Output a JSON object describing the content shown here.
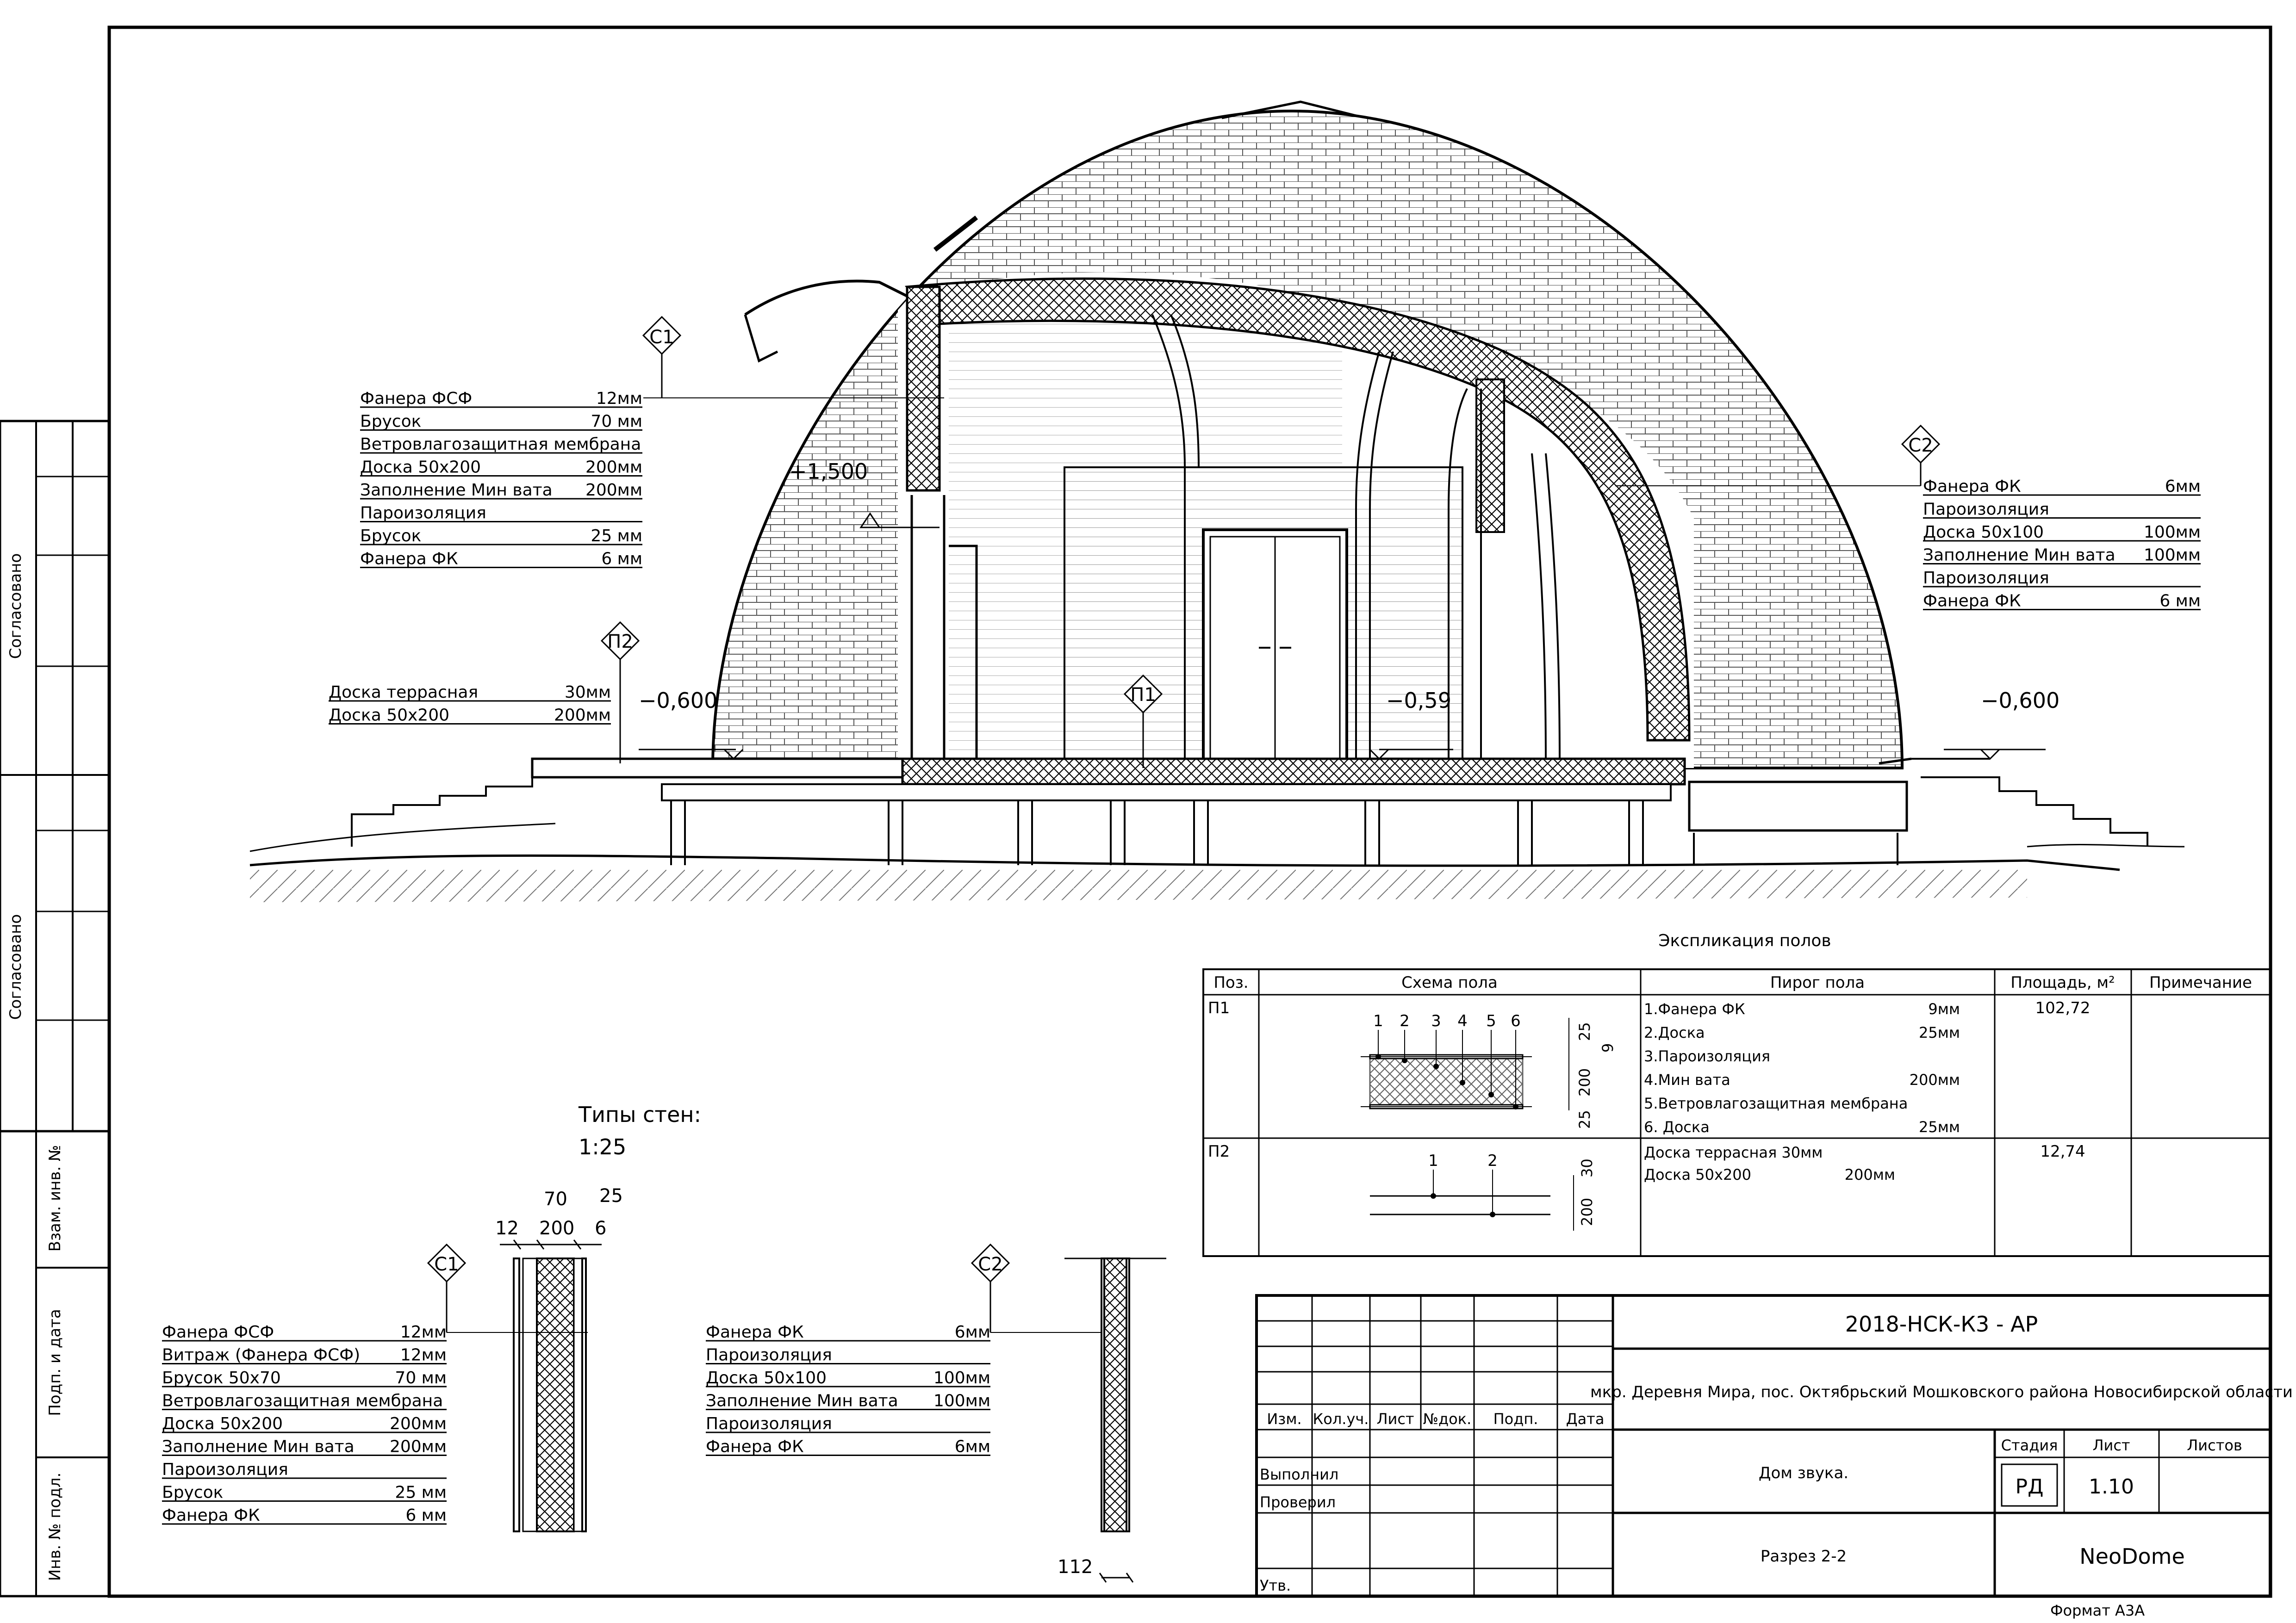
{
  "section": {
    "tag_c1": "С1",
    "tag_c2": "С2",
    "tag_p1": "П1",
    "tag_p2": "П2",
    "level_plus": "+1,500",
    "level_left": "−0,600",
    "level_mid": "−0,59",
    "level_right": "−0,600",
    "note_c1": [
      {
        "name": "Фанера ФСФ",
        "value": "12мм"
      },
      {
        "name": "Брусок",
        "value": "70 мм"
      },
      {
        "name": "Ветровлагозащитная мембрана",
        "value": ""
      },
      {
        "name": "Доска 50х200",
        "value": "200мм"
      },
      {
        "name": "Заполнение Мин вата",
        "value": "200мм"
      },
      {
        "name": "Пароизоляция",
        "value": ""
      },
      {
        "name": "Брусок",
        "value": "25 мм"
      },
      {
        "name": "Фанера ФК",
        "value": "6 мм"
      }
    ],
    "note_p2": [
      {
        "name": "Доска террасная",
        "value": "30мм"
      },
      {
        "name": "Доска 50х200",
        "value": "200мм"
      }
    ],
    "note_c2": [
      {
        "name": "Фанера ФК",
        "value": "6мм"
      },
      {
        "name": "Пароизоляция",
        "value": ""
      },
      {
        "name": "Доска 50х100",
        "value": "100мм"
      },
      {
        "name": "Заполнение Мин вата",
        "value": "100мм"
      },
      {
        "name": "Пароизоляция",
        "value": ""
      },
      {
        "name": "Фанера ФК",
        "value": "6 мм"
      }
    ]
  },
  "wall_types": {
    "title": "Типы стен:",
    "scale": "1:25",
    "c1_tag": "С1",
    "c2_tag": "С2",
    "dim_70": "70",
    "dim_25": "25",
    "dim_12": "12",
    "dim_200": "200",
    "dim_6": "6",
    "dim_112": "112",
    "c1_layers": [
      {
        "name": "Фанера ФСФ",
        "value": "12мм"
      },
      {
        "name": "Витраж (Фанера ФСФ)",
        "value": "12мм"
      },
      {
        "name": "Брусок  50х70",
        "value": "70 мм"
      },
      {
        "name": "Ветровлагозащитная мембрана",
        "value": ""
      },
      {
        "name": "Доска 50х200",
        "value": "200мм"
      },
      {
        "name": "Заполнение Мин вата",
        "value": "200мм"
      },
      {
        "name": "Пароизоляция",
        "value": ""
      },
      {
        "name": "Брусок",
        "value": "25 мм"
      },
      {
        "name": "Фанера ФК",
        "value": "6 мм"
      }
    ],
    "c2_layers": [
      {
        "name": "Фанера ФК",
        "value": "6мм"
      },
      {
        "name": "Пароизоляция",
        "value": ""
      },
      {
        "name": "Доска 50х100",
        "value": "100мм"
      },
      {
        "name": "Заполнение Мин вата",
        "value": "100мм"
      },
      {
        "name": "Пароизоляция",
        "value": ""
      },
      {
        "name": "Фанера ФК",
        "value": "6мм"
      }
    ]
  },
  "floors": {
    "title": "Экспликация полов",
    "headers": [
      "Поз.",
      "Схема пола",
      "Пирог пола",
      "Площадь, м²",
      "Примечание"
    ],
    "p1": {
      "pos": "П1",
      "area": "102,72",
      "scheme_numbers": [
        "1",
        "2",
        "3",
        "4",
        "5",
        "6"
      ],
      "dims": [
        "25",
        "9",
        "200",
        "25"
      ],
      "layers": [
        {
          "name": "1.Фанера ФК",
          "value": "9мм"
        },
        {
          "name": "2.Доска",
          "value": "25мм"
        },
        {
          "name": "3.Пароизоляция",
          "value": ""
        },
        {
          "name": "4.Мин вата",
          "value": "200мм"
        },
        {
          "name": "5.Ветровлагозащитная мембрана",
          "value": ""
        },
        {
          "name": "6. Доска",
          "value": "25мм"
        }
      ]
    },
    "p2": {
      "pos": "П2",
      "area": "12,74",
      "scheme_numbers": [
        "1",
        "2"
      ],
      "dims": [
        "30",
        "200"
      ],
      "layers": [
        {
          "name": "Доска террасная  30мм",
          "value": ""
        },
        {
          "name": "Доска 50х200",
          "value": "200мм"
        }
      ]
    }
  },
  "side_stamp": {
    "agreed_1": "Согласовано",
    "agreed_2": "Согласовано",
    "inv_replace": "Взам. инв. №",
    "sign_date": "Подп. и дата",
    "inv_orig": "Инв. № подл."
  },
  "title_block": {
    "code": "2018-НСК-К3 - АР",
    "address": "мкр. Деревня Мира, пос. Октябрьский Мошковского района Новосибирской области",
    "object": "Дом звука.",
    "sheet_title": "Разрез 2-2",
    "company": "NeoDome",
    "columns": [
      "Изм.",
      "Кол.уч.",
      "Лист",
      "№док.",
      "Подп.",
      "Дата"
    ],
    "row_labels": [
      "Выполнил",
      "Проверил",
      "",
      "Утв."
    ],
    "stage_label": "Стадия",
    "sheet_label": "Лист",
    "sheets_label": "Листов",
    "stage": "РД",
    "sheet": "1.10",
    "format": "Формат А3А"
  }
}
